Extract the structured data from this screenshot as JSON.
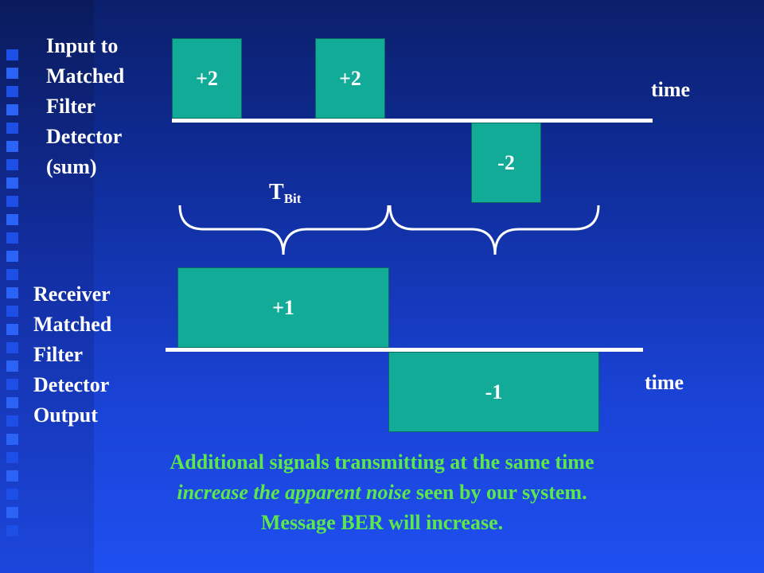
{
  "top_label": "Input to\nMatched\nFilter\nDetector\n(sum)",
  "bottom_label": "Receiver\nMatched\nFilter\nDetector\nOutput",
  "time_label": "time",
  "top_pulses": [
    "+2",
    "+2",
    "-2"
  ],
  "bottom_pulses": [
    "+1",
    "-1"
  ],
  "tbit": {
    "main": "T",
    "sub": "Bit"
  },
  "caption": {
    "line1": "Additional signals transmitting at the same time",
    "line2_italic": "increase the apparent noise",
    "line2_rest": " seen by our system.",
    "line3": "Message BER will increase."
  },
  "colors": {
    "pulse": "#12ab98",
    "caption": "#5ce84a",
    "background": "#1a43d6"
  }
}
